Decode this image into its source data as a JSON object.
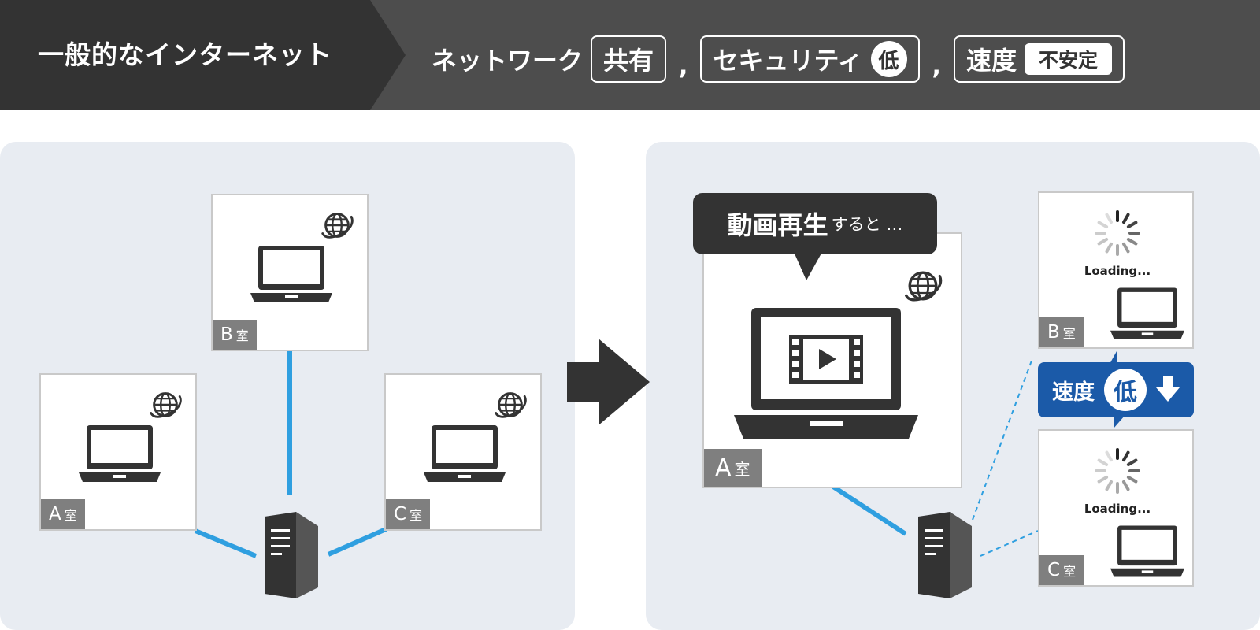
{
  "header": {
    "title": "一般的なインターネット",
    "network_label": "ネットワーク",
    "network_value": "共有",
    "separator_1": ",",
    "security_label": "セキュリティ",
    "security_value": "低",
    "separator_2": ",",
    "speed_label": "速度",
    "speed_value": "不安定"
  },
  "left_panel": {
    "rooms": [
      {
        "letter": "A",
        "suffix": "室"
      },
      {
        "letter": "B",
        "suffix": "室"
      },
      {
        "letter": "C",
        "suffix": "室"
      }
    ]
  },
  "right_panel": {
    "bubble_main": "動画再生",
    "bubble_sub": "すると …",
    "main_room": {
      "letter": "A",
      "suffix": "室"
    },
    "room_b": {
      "letter": "B",
      "suffix": "室",
      "loading": "Loading..."
    },
    "room_c": {
      "letter": "C",
      "suffix": "室",
      "loading": "Loading..."
    },
    "speed_badge": {
      "label": "速度",
      "value": "低"
    }
  },
  "colors": {
    "header_bg": "#4d4d4d",
    "title_band": "#333333",
    "panel_bg": "#e8ecf2",
    "link_line": "#2f9fe0",
    "room_tag": "#7f7f7f",
    "badge_blue": "#1b5aa8",
    "icon_dark": "#333333"
  },
  "icons": [
    "globe-icon",
    "laptop-icon",
    "server-tower-icon",
    "video-play-icon",
    "loading-spinner-icon",
    "arrow-down-icon",
    "arrow-right-icon"
  ]
}
